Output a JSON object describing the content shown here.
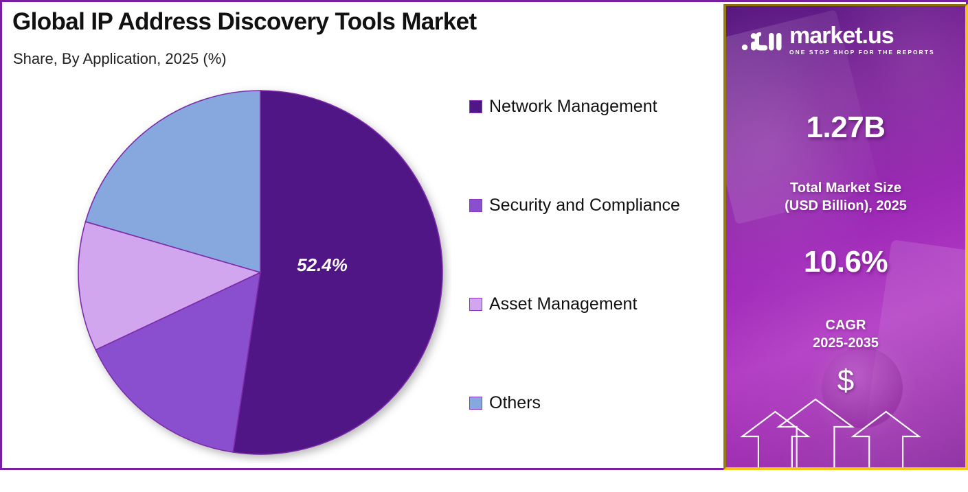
{
  "header": {
    "title": "Global IP Address Discovery Tools Market",
    "subtitle": "Share, By Application, 2025 (%)"
  },
  "colors": {
    "frame_border": "#7b1fa2",
    "panel_border_left": "#9a7a10",
    "panel_border_right": "#f5c518",
    "slice_network_management": "#511685",
    "slice_security_compliance": "#8a4fce",
    "slice_asset_management": "#d2a6ee",
    "slice_others": "#86a8df",
    "slice_stroke": "#7b2ba8",
    "panel_gradient_start": "#55177f",
    "panel_gradient_end": "#b23bc4"
  },
  "legend": [
    {
      "label": "Network Management",
      "color": "#511685"
    },
    {
      "label": "Security and Compliance",
      "color": "#8a4fce"
    },
    {
      "label": "Asset Management",
      "color": "#d2a6ee"
    },
    {
      "label": "Others",
      "color": "#86a8df"
    }
  ],
  "chart_data": {
    "type": "pie",
    "title": "Global IP Address Discovery Tools Market",
    "subtitle": "Share, By Application, 2025 (%)",
    "unit": "%",
    "categories": [
      "Network Management",
      "Security and Compliance",
      "Asset Management",
      "Others"
    ],
    "values": [
      52.4,
      15.6,
      11.5,
      20.5
    ],
    "colors": [
      "#511685",
      "#8a4fce",
      "#d2a6ee",
      "#86a8df"
    ],
    "labels_shown": [
      "52.4%"
    ],
    "visible_data_labels": [
      {
        "category": "Network Management",
        "text": "52.4%"
      }
    ],
    "legend_position": "right",
    "start_angle_deg": 0,
    "direction": "clockwise",
    "grid": false
  },
  "sidebar": {
    "logo_name": "market.us",
    "logo_tagline": "ONE STOP SHOP FOR THE REPORTS",
    "stat_value_1": "1.27B",
    "stat_label_1": "Total Market Size\n(USD Billion), 2025",
    "stat_label_1_line1": "Total Market Size",
    "stat_label_1_line2": "(USD Billion), 2025",
    "stat_value_2": "10.6%",
    "stat_label_2_line1": "CAGR",
    "stat_label_2_line2": "2025-2035",
    "dollar_glyph": "$"
  }
}
